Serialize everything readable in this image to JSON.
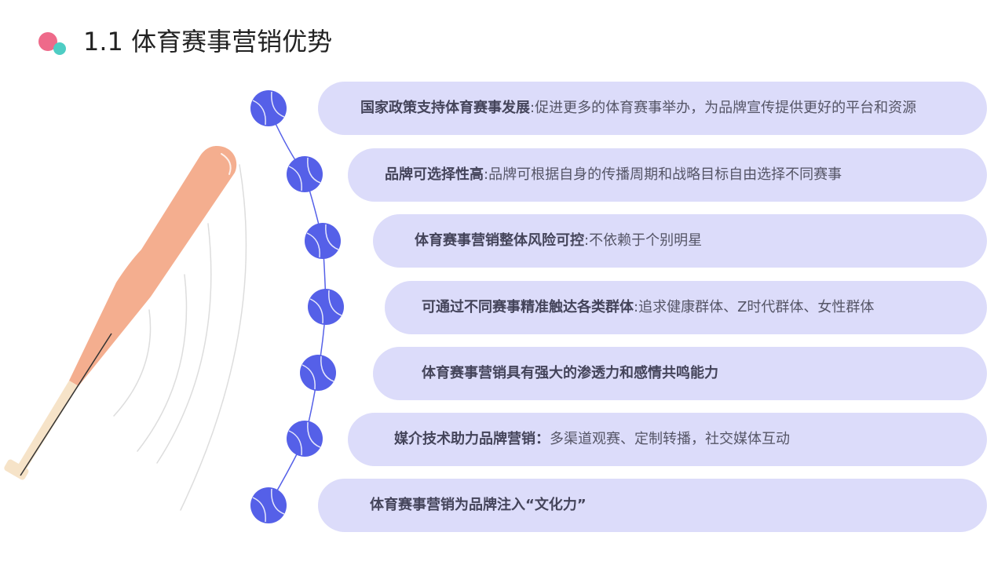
{
  "slide": {
    "title": "1.1 体育赛事营销优势"
  },
  "colors": {
    "accent_blue": "#5560e8",
    "pill_bg": "#dcdcfa",
    "bat_orange": "#f4ae8f",
    "bat_handle": "#f6e3c8",
    "logo_pink": "#ee6a8a",
    "logo_teal": "#4ecdc4"
  },
  "items": [
    {
      "head": "国家政策支持体育赛事发展",
      "sep": ":",
      "desc": "促进更多的体育赛事举办，为品牌宣传提供更好的平台和资源"
    },
    {
      "head": "品牌可选择性高",
      "sep": ":",
      "desc": "品牌可根据自身的传播周期和战略目标自由选择不同赛事"
    },
    {
      "head": "体育赛事营销整体风险可控",
      "sep": ":",
      "desc": "不依赖于个别明星"
    },
    {
      "head": "可通过不同赛事精准触达各类群体",
      "sep": ":",
      "desc": "追求健康群体、Z时代群体、女性群体"
    },
    {
      "head": "体育赛事营销具有强大的渗透力和感情共鸣能力",
      "sep": "",
      "desc": ""
    },
    {
      "head": "媒介技术助力品牌营销：",
      "sep": "",
      "desc": "多渠道观赛、定制转播，社交媒体互动"
    },
    {
      "head": "体育赛事营销为品牌注入“文化力”",
      "sep": "",
      "desc": ""
    }
  ]
}
